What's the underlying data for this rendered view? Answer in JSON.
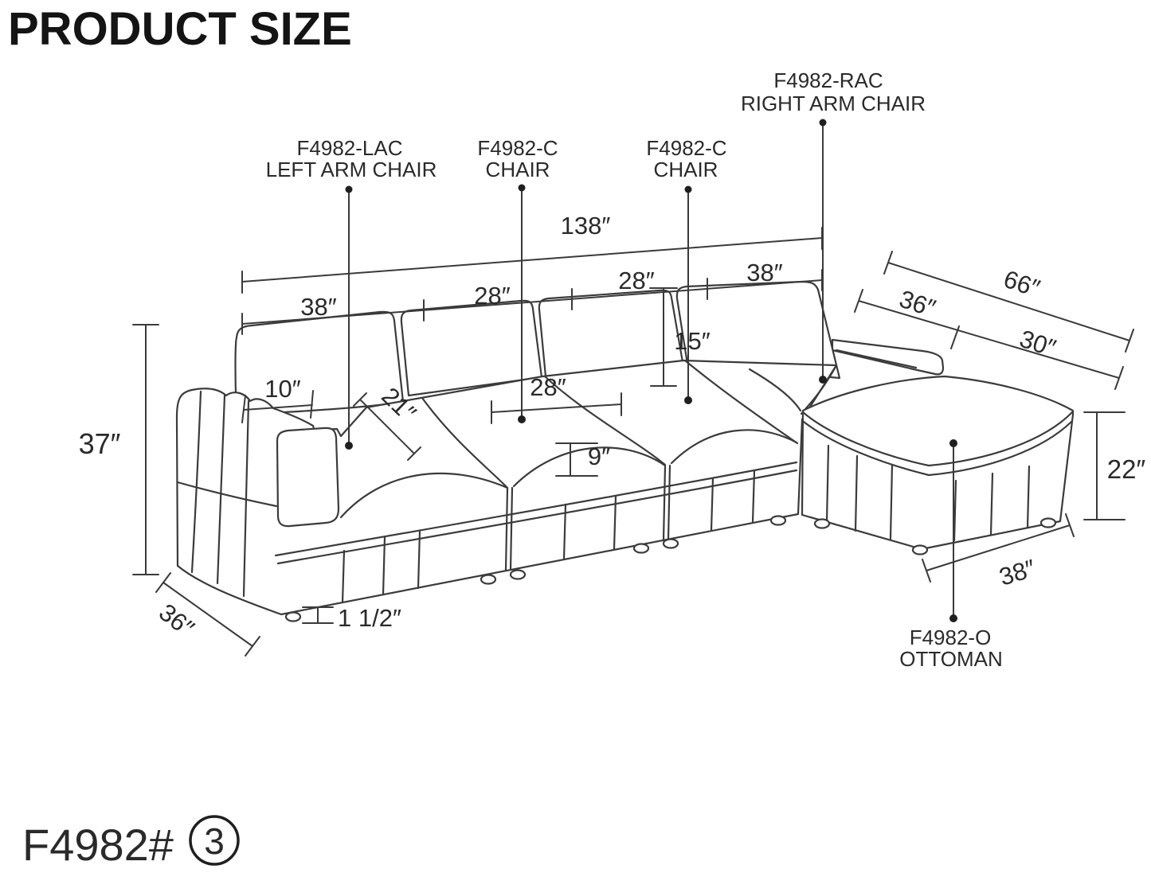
{
  "title": "PRODUCT SIZE",
  "parts": {
    "lac": {
      "code": "F4982-LAC",
      "name": "LEFT ARM CHAIR"
    },
    "c1": {
      "code": "F4982-C",
      "name": "CHAIR"
    },
    "c2": {
      "code": "F4982-C",
      "name": "CHAIR"
    },
    "rac": {
      "code": "F4982-RAC",
      "name": "RIGHT ARM CHAIR"
    },
    "ottoman": {
      "code": "F4982-O",
      "name": "OTTOMAN"
    }
  },
  "dimensions": {
    "overall_width": "138″",
    "lac_width": "38″",
    "c1_width": "28″",
    "c2_width": "28″",
    "rac_width": "38″",
    "overall_height": "37″",
    "left_depth": "36″",
    "arm_width": "10″",
    "seat_depth": "21″",
    "seat_width": "28″",
    "seat_front_height": "9″",
    "back_cushion_height": "15″",
    "leg_height": "1 1/2″",
    "chaise_total_length": "66″",
    "chaise_upper": "36″",
    "chaise_lower": "30″",
    "ottoman_height": "22″",
    "ottoman_width": "38″"
  },
  "footer": {
    "model": "F4982#",
    "variant": "3"
  }
}
